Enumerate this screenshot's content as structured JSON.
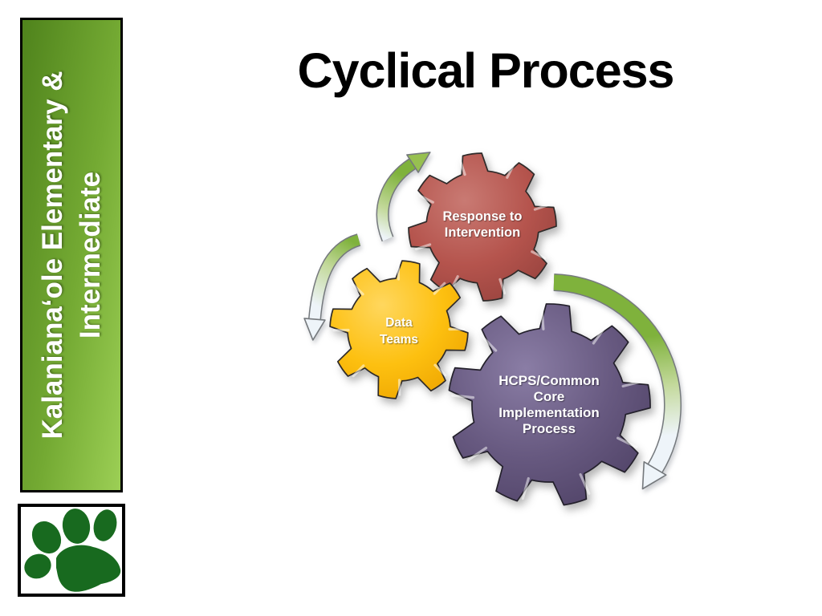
{
  "slide": {
    "title": "Cyclical Process"
  },
  "sidebar": {
    "line1": "Kalaniana‘ole Elementary &",
    "line2": "Intermediate",
    "gradient_start": "#4f831c",
    "gradient_mid": "#74aa33",
    "gradient_end": "#9ccf55",
    "text_color": "#ffffff",
    "border_color": "#000000"
  },
  "logo": {
    "icon": "paw-print",
    "paw_color": "#186a1f",
    "background": "#ffffff",
    "border_color": "#000000"
  },
  "diagram": {
    "gears": [
      {
        "id": "response-to-intervention",
        "lines": [
          "Response to",
          "Intervention"
        ],
        "fill": "#b5544d",
        "fill_light": "#c97a73",
        "fill_dark": "#96423d",
        "outline": "#2e2a29",
        "text_color": "#ffffff"
      },
      {
        "id": "data-teams",
        "lines": [
          "Data",
          "Teams"
        ],
        "fill": "#fdc010",
        "fill_light": "#ffd75e",
        "fill_dark": "#eda400",
        "outline": "#2e2a29",
        "text_color": "#ffffff"
      },
      {
        "id": "hcps-common-core-implementation-process",
        "lines": [
          "HCPS/Common",
          "Core",
          "Implementation",
          "Process"
        ],
        "fill": "#675980",
        "fill_light": "#8a7da5",
        "fill_dark": "#4f4266",
        "outline": "#23202b",
        "text_color": "#ffffff"
      }
    ],
    "arrows": [
      {
        "id": "arrow-up-to-rti",
        "head": "green_bright"
      },
      {
        "id": "arrow-down-to-data-teams",
        "head": "pale"
      },
      {
        "id": "arrow-around-hcps",
        "head": "pale"
      }
    ],
    "arrow_colors": {
      "green": "#7fb23c",
      "green_bright": "#97c050",
      "green_pale": "#c3d99b",
      "pale": "#eef4f9",
      "outline": "#75797d"
    }
  }
}
